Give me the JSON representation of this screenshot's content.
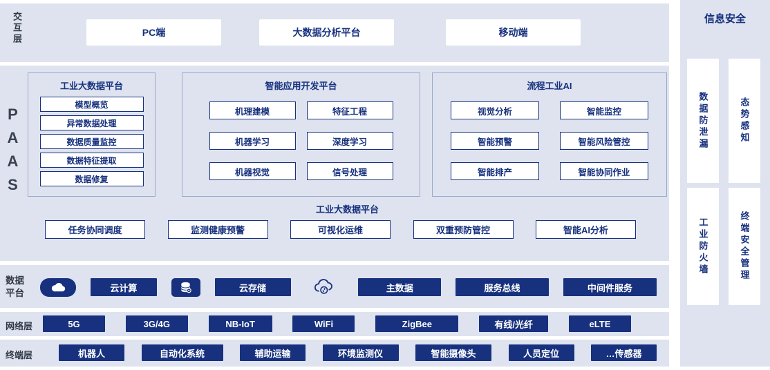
{
  "colors": {
    "navy": "#17317e",
    "band_bg": "#dee3ef",
    "white": "#ffffff"
  },
  "layers": {
    "interaction": {
      "label": "交互层",
      "items": [
        "PC端",
        "大数据分析平台",
        "移动端"
      ]
    },
    "paas": {
      "label": "PAAS",
      "groups": [
        {
          "title": "工业大数据平台",
          "items": [
            "模型概览",
            "异常数据处理",
            "数据质量监控",
            "数据特征提取",
            "数据修复"
          ]
        },
        {
          "title": "智能应用开发平台",
          "items": [
            "机理建模",
            "特征工程",
            "机器学习",
            "深度学习",
            "机器视觉",
            "信号处理"
          ]
        },
        {
          "title": "流程工业AI",
          "items": [
            "视觉分析",
            "智能监控",
            "智能预警",
            "智能风险管控",
            "智能排产",
            "智能协同作业"
          ]
        }
      ],
      "bottom": {
        "title": "工业大数据平台",
        "items": [
          "任务协同调度",
          "监测健康预警",
          "可视化运维",
          "双重预防管控",
          "智能AI分析"
        ]
      }
    },
    "data_platform": {
      "label": "数据平台",
      "icons": [
        "cloud-icon",
        "database-gear-icon",
        "cloud-sync-icon"
      ],
      "items": [
        "云计算",
        "云存储",
        "主数据",
        "服务总线",
        "中间件服务"
      ]
    },
    "network": {
      "label": "网络层",
      "items": [
        "5G",
        "3G/4G",
        "NB-IoT",
        "WiFi",
        "ZigBee",
        "有线/光纤",
        "eLTE"
      ]
    },
    "terminal": {
      "label": "终端层",
      "items": [
        "机器人",
        "自动化系统",
        "辅助运输",
        "环境监测仪",
        "智能摄像头",
        "人员定位",
        "…传感器"
      ]
    }
  },
  "security": {
    "title": "信息安全",
    "items": [
      "数据防泄漏",
      "态势感知",
      "工业防火墙",
      "终端安全管理"
    ]
  }
}
